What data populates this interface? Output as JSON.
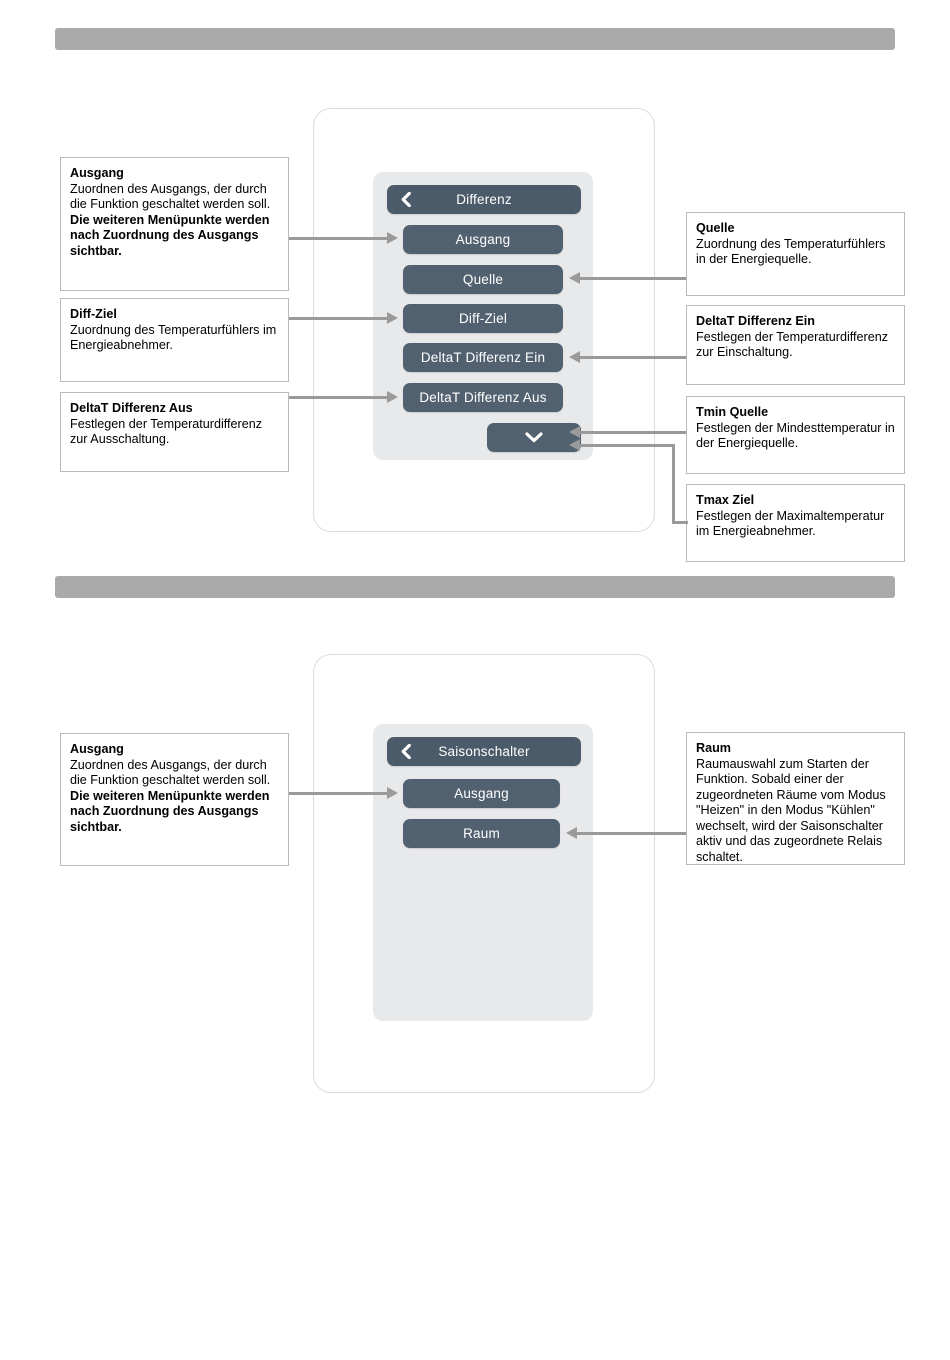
{
  "separators": [
    {
      "name": "section-divider-top"
    },
    {
      "name": "section-divider-middle"
    }
  ],
  "sections": [
    {
      "id": "differenz",
      "device": {
        "header": {
          "label": "Differenz",
          "back_icon": "chevron-left-icon"
        },
        "menu_items": [
          {
            "label": "Ausgang"
          },
          {
            "label": "Quelle"
          },
          {
            "label": "Diff-Ziel"
          },
          {
            "label": "DeltaT Differenz Ein"
          },
          {
            "label": "DeltaT Differenz Aus"
          }
        ],
        "scroll_down": {
          "icon": "chevron-down-icon",
          "label": ""
        }
      },
      "callouts_left": [
        {
          "title": "Ausgang",
          "body_plain_1": "Zuordnen des Ausgangs, der durch die Funktion geschaltet werden soll. ",
          "body_bold": "Die weiteren Menüpunkte werden nach Zuordnung des Ausgangs sichtbar."
        },
        {
          "title": "Diff-Ziel",
          "body": "Zuordnung des Temperaturfühlers im Energieabnehmer."
        },
        {
          "title": "DeltaT Differenz Aus",
          "body": "Festlegen der Temperaturdifferenz zur Ausschaltung."
        }
      ],
      "callouts_right": [
        {
          "title": "Quelle",
          "body": "Zuordnung des Temperaturfühlers in der Energiequelle."
        },
        {
          "title": "DeltaT Differenz Ein",
          "body": "Festlegen der Temperaturdifferenz zur Einschaltung."
        },
        {
          "title": "Tmin Quelle",
          "body": "Festlegen der Mindesttemperatur in der Energiequelle."
        },
        {
          "title": "Tmax Ziel",
          "body": "Festlegen der Maximaltemperatur im Energieabnehmer."
        }
      ]
    },
    {
      "id": "saisonschalter",
      "device": {
        "header": {
          "label": "Saisonschalter",
          "back_icon": "chevron-left-icon"
        },
        "menu_items": [
          {
            "label": "Ausgang"
          },
          {
            "label": "Raum"
          }
        ]
      },
      "callouts_left": [
        {
          "title": "Ausgang",
          "body_plain_1": "Zuordnen des Ausgangs, der durch die Funktion geschaltet werden soll. ",
          "body_bold": "Die weiteren Menüpunkte werden nach Zuordnung des Ausgangs sichtbar."
        }
      ],
      "callouts_right": [
        {
          "title": "Raum",
          "body": "Raumauswahl zum Starten der Funktion. Sobald einer der zugeordneten Räume vom Modus \"Heizen\" in den Modus \"Kühlen\" wechselt, wird der Saisonschalter aktiv und das zugeordnete Relais schaltet."
        }
      ]
    }
  ],
  "colors": {
    "separator_bar": "#aaaaaa",
    "device_screen": "#e8e9ea",
    "menu_button": "#526170",
    "menu_header_button": "#4b5b6a",
    "connector": "#9a9a9a",
    "callout_border": "#b9b9b9",
    "page_background": "#ffffff"
  }
}
